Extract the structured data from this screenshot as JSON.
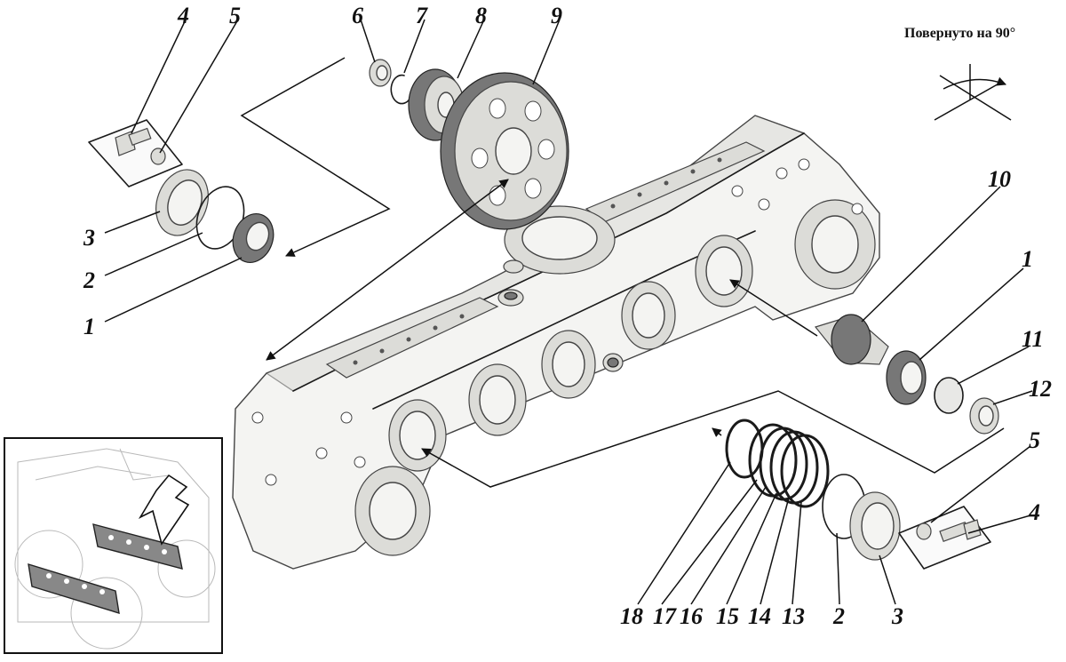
{
  "caption": "Повернуто на 90°",
  "callouts": {
    "c1_top": "1",
    "c2_top": "2",
    "c3_top": "3",
    "c4_top": "4",
    "c5_top": "5",
    "c6": "6",
    "c7": "7",
    "c8": "8",
    "c9": "9",
    "c10": "10",
    "c1_right": "1",
    "c11": "11",
    "c12": "12",
    "c5_right": "5",
    "c4_right": "4",
    "c18": "18",
    "c17": "17",
    "c16": "16",
    "c15": "15",
    "c14": "14",
    "c13": "13",
    "c2_bottom": "2",
    "c3_bottom": "3"
  }
}
